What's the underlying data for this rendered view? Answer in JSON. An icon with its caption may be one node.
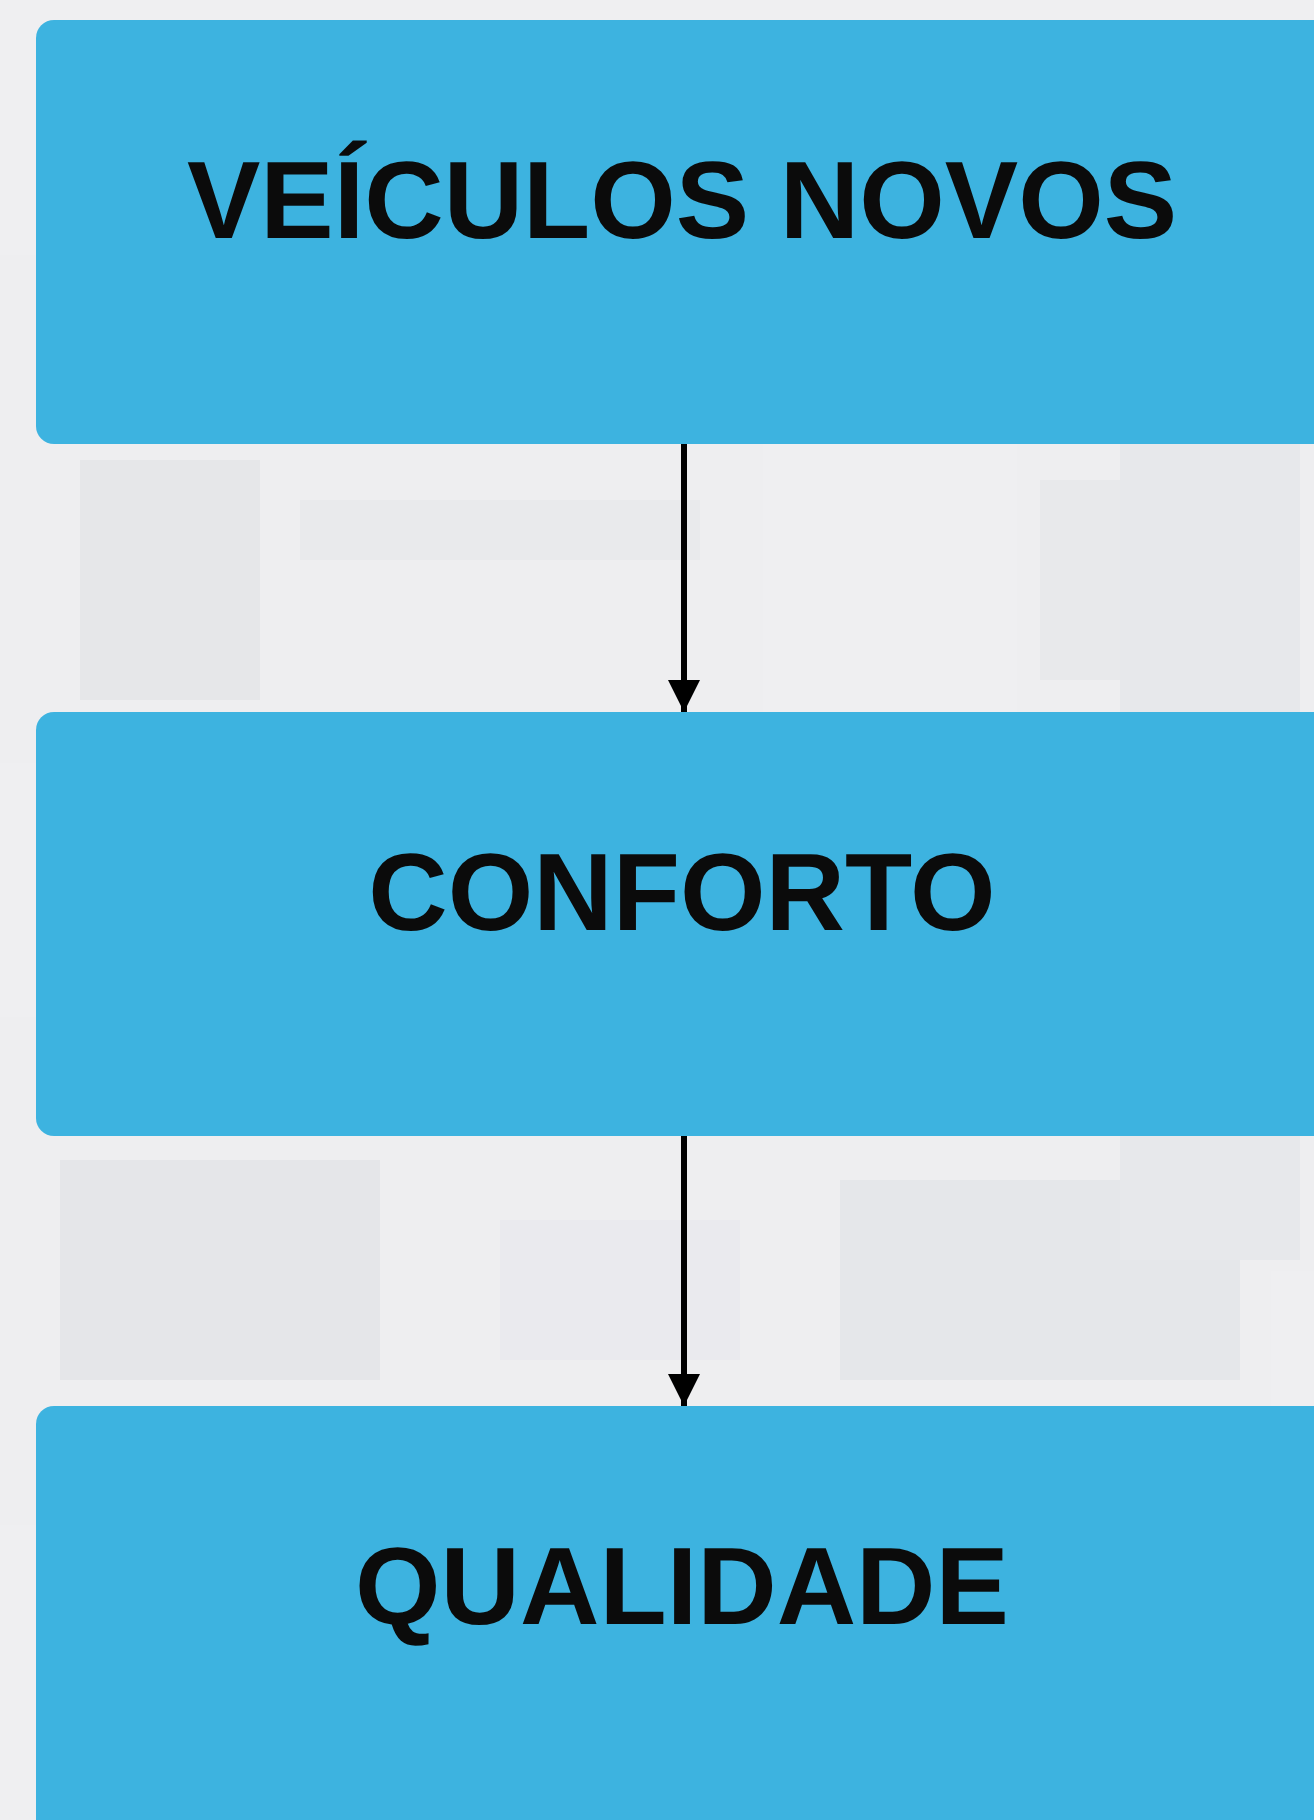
{
  "diagram": {
    "nodes": [
      {
        "text": [
          "VEÍCULOS NOVOS"
        ]
      },
      {
        "text": [
          "CONFORTO"
        ]
      },
      {
        "text": [
          "QUALIDADE"
        ]
      }
    ],
    "edges": [
      {
        "from": 0,
        "to": 1,
        "arrow": "to"
      },
      {
        "from": 1,
        "to": 2,
        "arrow": "to"
      }
    ]
  }
}
